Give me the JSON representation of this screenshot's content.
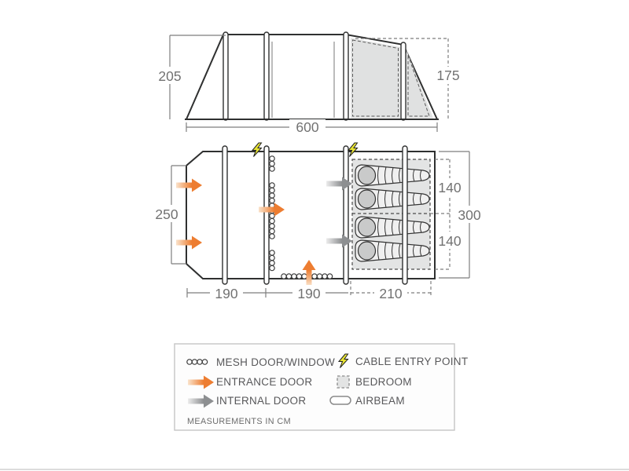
{
  "elevation": {
    "height_left": "205",
    "height_right": "175",
    "length": "600"
  },
  "floorplan": {
    "front_width": "250",
    "rear_width": "300",
    "bedroom_top": "140",
    "bedroom_bottom": "140",
    "section_left": "190",
    "section_middle": "190",
    "section_right": "210"
  },
  "legend": {
    "mesh": "MESH DOOR/WINDOW",
    "entrance": "ENTRANCE DOOR",
    "internal": "INTERNAL DOOR",
    "cable": "CABLE ENTRY POINT",
    "bedroom": "BEDROOM",
    "airbeam": "AIRBEAM",
    "note": "MEASUREMENTS IN CM"
  },
  "colors": {
    "entrance_arrow": "#ed7d31",
    "internal_arrow": "#8d8f91",
    "cable_bolt": "#e8e433",
    "bedroom_fill": "#e3e4e4",
    "outline": "#2f3030",
    "dimension_text": "#727272"
  }
}
